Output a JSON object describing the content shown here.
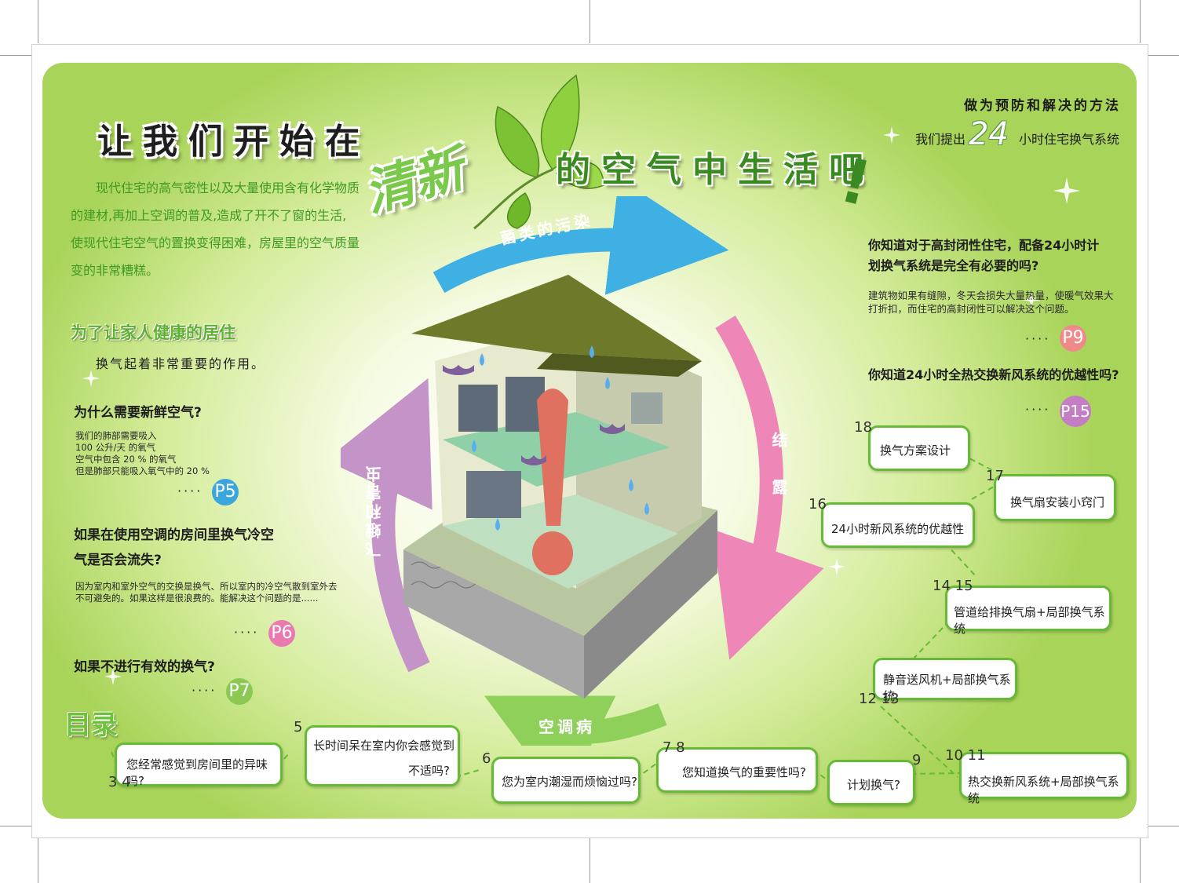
{
  "headline": {
    "part1": "让我们开始在",
    "fresh": "清新",
    "part2": "的空气中生活吧",
    "exclaim": "!"
  },
  "intro": [
    "现代住宅的高气密性以及大量使用含有化学物质",
    "的建材,再加上空调的普及,造成了开不了窗的生活,",
    "使现代住宅空气的置换变得困难，房屋里的空气质量",
    "变的非常糟糕。"
  ],
  "health": {
    "title": "为了让家人健康的居住",
    "sub": "换气起着非常重要的作用。"
  },
  "questions": [
    {
      "title": "为什么需要新鲜空气?",
      "body": [
        "我们的肺部需要吸入",
        "100 公升/天 的氧气",
        "空气中包含 20 % 的氧气",
        "但是肺部只能吸入氧气中的 20 %"
      ],
      "dots": "····",
      "page": "P5",
      "color": "#3aa6dc"
    },
    {
      "title": "如果在使用空调的房间里换气冷空",
      "title2": "气是否会流失?",
      "body": [
        "因为室内和室外空气的交换是换气、所以室内的冷空气散到室外去",
        "不可避免的。如果这样是很浪费的。能解决这个问题的是......"
      ],
      "dots": "····",
      "page": "P6",
      "color": "#e87ab0"
    },
    {
      "title": "如果不进行有效的换气?",
      "body": [],
      "dots": "····",
      "page": "P7",
      "color": "#8cc952"
    }
  ],
  "toc_title": "目录",
  "top_right": {
    "line1": "做为预防和解决的方法",
    "line2a": "我们提出",
    "line2num": "24",
    "line2b": "小时住宅换气系统"
  },
  "right_q1": {
    "title": [
      "你知道对于高封闭性住宅，配备24小时计",
      "划换气系统是完全有必要的吗?"
    ],
    "body": [
      "建筑物如果有缝隙，冬天会损失大量热量，使暖气效果大",
      "打折扣，而住宅的高封闭性可以解决这个问题。"
    ],
    "dots": "····",
    "page": "P9",
    "color": "#f08a8a"
  },
  "right_q2": {
    "title": "你知道24小时全热交换新风系统的优越性吗?",
    "dots": "····",
    "page": "P15",
    "color": "#c47fc4"
  },
  "cycle": {
    "top": "菌类的污染",
    "right": "结露",
    "bottom": "空调病",
    "left": "飞蛾和害虫"
  },
  "colors": {
    "blue": "#3fb0e4",
    "pink": "#ee86b8",
    "green": "#8fd05a",
    "purple": "#c494c8",
    "roof": "#6e7a2a",
    "wall": "#d9dcc2"
  },
  "toc": [
    {
      "nums": "3   4",
      "label": "您经常感觉到房间里的异味吗?"
    },
    {
      "nums": "5",
      "label": "长时间呆在室内你会感觉到",
      "label2": "不适吗?"
    },
    {
      "nums": "6",
      "label": "您为室内潮湿而烦恼过吗?"
    },
    {
      "nums": "7   8",
      "label": "您知道换气的重要性吗?"
    },
    {
      "nums": "9",
      "label": "计划换气?"
    },
    {
      "nums": "10   11",
      "label": "热交换新风系统+局部换气系统"
    },
    {
      "nums": "12   13",
      "label": "静音送风机+局部换气系统"
    },
    {
      "nums": "14   15",
      "label": "管道给排换气扇+局部换气系统"
    },
    {
      "nums": "16",
      "label": "24小时新风系统的优越性"
    },
    {
      "nums": "17",
      "label": "换气扇安装小窍门"
    },
    {
      "nums": "18",
      "label": "换气方案设计"
    }
  ],
  "end_dot": "o",
  "end_q": "?"
}
